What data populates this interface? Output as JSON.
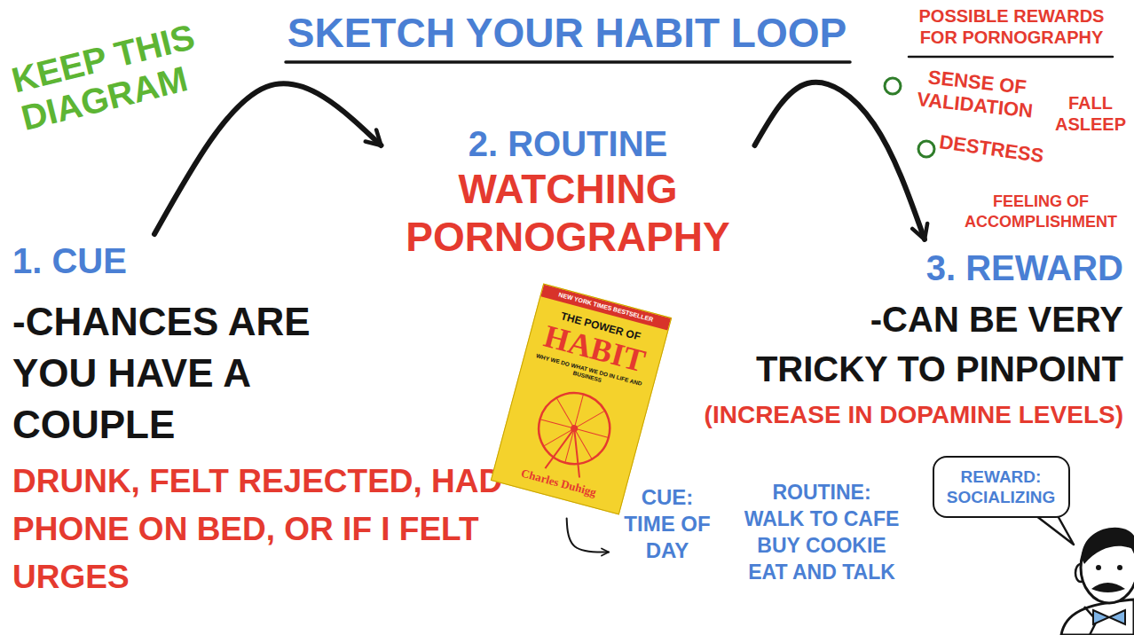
{
  "diagram": {
    "title": "SKETCH YOUR HABIT LOOP",
    "nodes": [
      {
        "text": [
          "1. CUE",
          "-CHANCES ARE YOU HAVE A COUPLE",
          "DRUNK, FELT REJECTED, HAD PHONE ON BED, OR IF I FELT URGES"
        ]
      },
      {
        "text": [
          "2. ROUTINE",
          "WATCHING PORNOGRAPHY"
        ]
      },
      {
        "text": [
          "3. REWARD",
          "-CAN BE VERY TRICKY TO PINPOINT",
          "(INCREASE IN DOPAMINE LEVELS)"
        ]
      },
      {
        "text": [
          "NEW YORK TIMES BESTSELLER",
          "THE POWER OF",
          "HABIT",
          "WHY WE DO WHAT WE DO IN LIFE AND BUSINESS",
          "Charles Duhigg"
        ]
      },
      {
        "text": [
          "CUE: TIME OF DAY"
        ]
      },
      {
        "text": [
          "REWARD: SOCIALIZING"
        ]
      }
    ],
    "edges": [
      {
        "from": 0,
        "to": 1,
        "arrow": "to"
      },
      {
        "from": 1,
        "to": 2,
        "arrow": "to"
      },
      {
        "from": 3,
        "to": 4,
        "arrow": "to"
      }
    ],
    "labels": [
      "KEEP THIS DIAGRAM",
      "POSSIBLE REWARDS FOR PORNOGRAPHY",
      "SENSE OF VALIDATION",
      "FALL ASLEEP",
      "DESTRESS",
      "FEELING OF ACCOMPLISHMENT",
      "ROUTINE: WALK TO CAFE BUY COOKIE EAT AND TALK"
    ]
  }
}
